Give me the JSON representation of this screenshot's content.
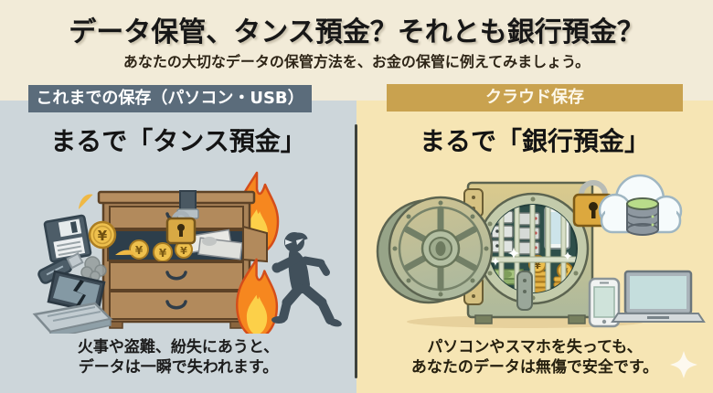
{
  "header": {
    "title": "データ保管、タンス預金？それとも銀行預金？",
    "subtitle": "あなたの大切なデータの保管方法を、お金の保管に例えてみましょう。"
  },
  "left_panel": {
    "badge": "これまでの保存（パソコン・USB）",
    "heading": "まるで「タンス預金」",
    "caption_line1": "火事や盗難、紛失にあうと、",
    "caption_line2": "データは一瞬で失われます。",
    "illustration_icons": [
      "floppy-disk",
      "usb-drive",
      "broken-laptop",
      "smoke-puff",
      "yen-coin",
      "tansu-chest",
      "padlock",
      "banknotes",
      "flames",
      "thief"
    ]
  },
  "right_panel": {
    "badge": "クラウド保存",
    "heading": "まるで「銀行預金」",
    "caption_line1": "パソコンやスマホを失っても、",
    "caption_line2": "あなたのデータは無傷で安全です。",
    "illustration_icons": [
      "bank-vault",
      "vault-door",
      "server-racks",
      "tablet",
      "banknote-stack",
      "yen-coin-stacks",
      "padlock",
      "cloud",
      "database",
      "smartphone",
      "laptop",
      "sparkle"
    ]
  },
  "illustration": {
    "currency_symbol": "¥"
  },
  "colors": {
    "page_background": "#f2ebd8",
    "left_panel_background": "#cdd6da",
    "right_panel_background": "#f6e5b4",
    "left_badge_background": "#5b6c7b",
    "right_badge_background": "#c9a24f",
    "badge_text": "#ffffff",
    "title_text": "#171717",
    "divider": "#3e423c",
    "flame_orange": "#f6871f",
    "coin_gold": "#eec04d",
    "vault_teal_interior": "#2e4f4a"
  }
}
